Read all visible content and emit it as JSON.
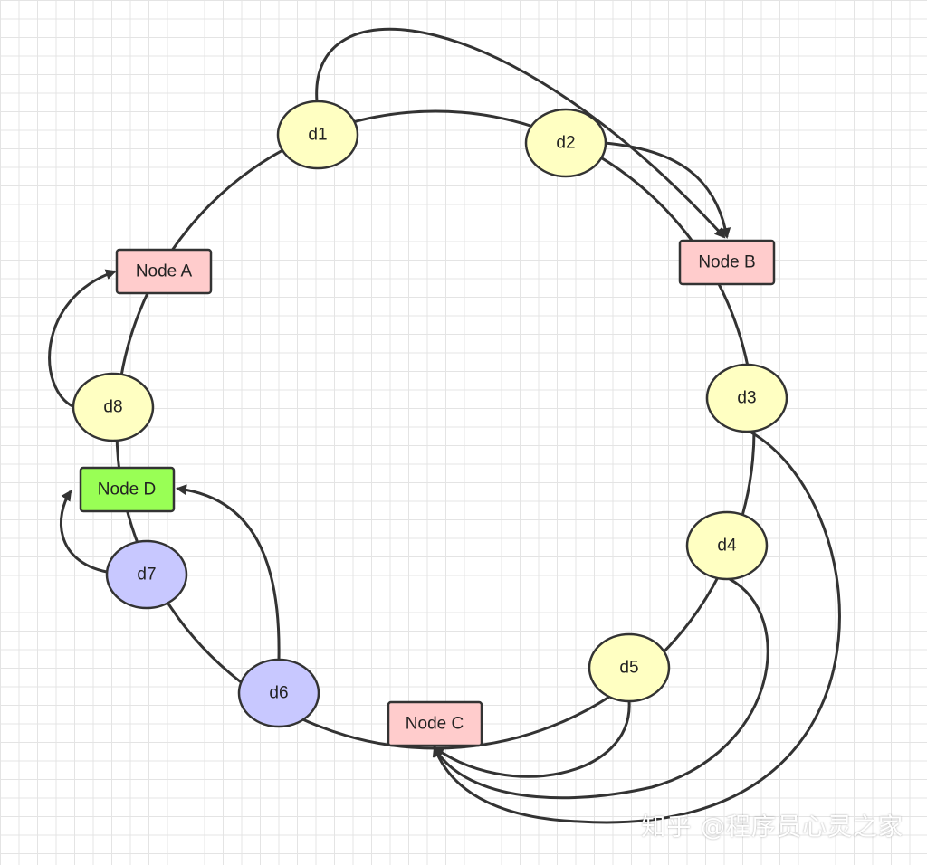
{
  "colors": {
    "disk_yellow": "#ffffc2",
    "disk_blue": "#c8c8ff",
    "node_pink": "#ffcccc",
    "node_green": "#99ff55",
    "line": "#333333"
  },
  "nodes": {
    "a": {
      "label": "Node A"
    },
    "b": {
      "label": "Node B"
    },
    "c": {
      "label": "Node C"
    },
    "d": {
      "label": "Node D"
    }
  },
  "disks": {
    "d1": {
      "label": "d1",
      "color": "yellow"
    },
    "d2": {
      "label": "d2",
      "color": "yellow"
    },
    "d3": {
      "label": "d3",
      "color": "yellow"
    },
    "d4": {
      "label": "d4",
      "color": "yellow"
    },
    "d5": {
      "label": "d5",
      "color": "yellow"
    },
    "d6": {
      "label": "d6",
      "color": "blue"
    },
    "d7": {
      "label": "d7",
      "color": "blue"
    },
    "d8": {
      "label": "d8",
      "color": "yellow"
    }
  },
  "watermark": "知乎 @程序员心灵之家"
}
